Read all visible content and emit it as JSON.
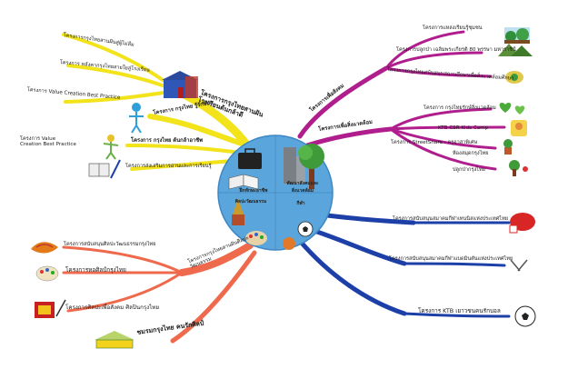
{
  "colors": {
    "yellow": "#f2e31b",
    "magenta": "#b01e8e",
    "blue": "#1d3fa8",
    "orange": "#ef6a4c",
    "circle": "#5aa6dc"
  },
  "center": {
    "q_top_left": "ฝึกทักษะอาชีพ",
    "q_top_right": "พัฒนาสังคมและสิ่งแวดล้อม",
    "q_bottom_left": "ศิลปะวัฒนธรรม",
    "q_bottom_right": "กีฬา"
  },
  "yellow_branch": {
    "title": "โครงการกรุงไทยสานฝันโรงเรียนต้นกล้าดี",
    "items": [
      "โครงการกรุงไทยสานฝันสู่ผู้ไม่ลืม",
      "โครงการ หลังคากรุงไทยสายใยสู่โรงเรียน",
      "โครงการ Value Creation Best Practice",
      "โครงการ กรุงไทย รู้รักษ์ป่า",
      "โครงการ Value Creation Best Practice",
      "โครงการ กรุงไทย ต้นกล้าอาชีพ",
      "โครงการส่งเสริมการอ่านและการเรียนรู้"
    ]
  },
  "magenta_branch": {
    "title_top": "โครงการเพื่อสังคม",
    "top_items": [
      "โครงการแหล่งเรียนรู้ชุมชน",
      "โครงการปลูกป่า เฉลิมพระเกียรติ 80 พรรษา มหาราชินี",
      "โครงการกรุงไทยสนับสนุนสถานศึกษาเพื่อสิ่งแวดล้อมศึกษา"
    ],
    "title_bottom": "โครงการเพื่อสิ่งแวดล้อม",
    "bottom_items": [
      "โครงการ กรุงไทยรักษ์สิ่งแวดล้อม",
      "KTB CSR Kids Camp",
      "โครงการ StreetShare - ครูอาสาพิเศษ",
      "ห้องสมุดกรุงไทย",
      "ปลูกป่ากรุงไทย"
    ]
  },
  "blue_branch": {
    "items": [
      "โครงการสนับสนุนสมาคมกีฬาเทนนิสแห่งประเทศไทย",
      "โครงการสนับสนุนสมาคมกีฬาแบดมินตันแห่งประเทศไทย",
      "โครงการ KTB เยาวชนคนรักบอล"
    ]
  },
  "orange_branch": {
    "title": "โครงการกรุงไทยสานฝันศิลปะวัฒนธรรม",
    "items": [
      "โครงการสนับสนุนศิลปะวัฒนธรรมกรุงไทย",
      "โครงการหอศิลป์กรุงไทย",
      "โครงการศิลปะเพื่อสังคม ศิลปินกรุงไทย",
      "ชมรมกรุงไทย คนรักศิลป์"
    ]
  }
}
